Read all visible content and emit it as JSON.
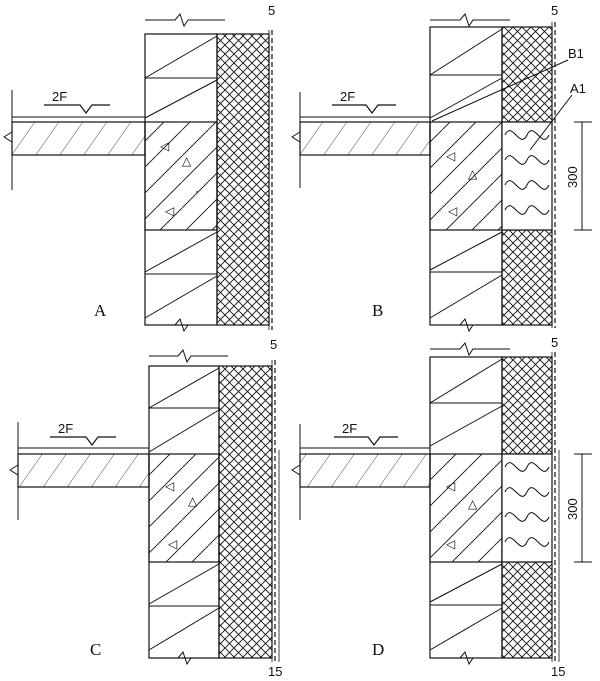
{
  "panels": [
    {
      "id": "A",
      "caption": "A",
      "floor_label": "2F",
      "top_dim": "5",
      "bottom_dim": "",
      "joint_label": "",
      "inner_label": "",
      "height_dim": ""
    },
    {
      "id": "B",
      "caption": "B",
      "floor_label": "2F",
      "top_dim": "5",
      "bottom_dim": "",
      "joint_label": "B1",
      "inner_label": "A1",
      "height_dim": "300"
    },
    {
      "id": "C",
      "caption": "C",
      "floor_label": "2F",
      "top_dim": "5",
      "bottom_dim": "15",
      "joint_label": "",
      "inner_label": "",
      "height_dim": ""
    },
    {
      "id": "D",
      "caption": "D",
      "floor_label": "2F",
      "top_dim": "5",
      "bottom_dim": "15",
      "joint_label": "",
      "inner_label": "",
      "height_dim": "300"
    }
  ]
}
